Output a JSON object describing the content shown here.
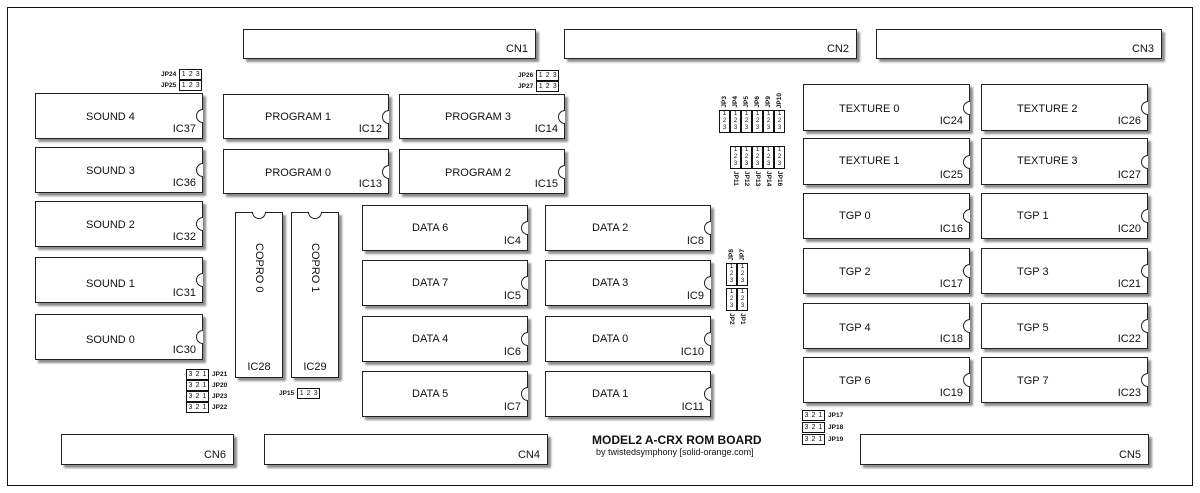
{
  "title": "MODEL2 A-CRX ROM BOARD",
  "byline": "by twistedsymphony [solid-orange.com]",
  "connectors": {
    "cn1": "CN1",
    "cn2": "CN2",
    "cn3": "CN3",
    "cn4": "CN4",
    "cn5": "CN5",
    "cn6": "CN6"
  },
  "sound": [
    {
      "name": "SOUND 4",
      "ic": "IC37"
    },
    {
      "name": "SOUND 3",
      "ic": "IC36"
    },
    {
      "name": "SOUND 2",
      "ic": "IC32"
    },
    {
      "name": "SOUND 1",
      "ic": "IC31"
    },
    {
      "name": "SOUND 0",
      "ic": "IC30"
    }
  ],
  "program": [
    {
      "name": "PROGRAM 1",
      "ic": "IC12"
    },
    {
      "name": "PROGRAM 3",
      "ic": "IC14"
    },
    {
      "name": "PROGRAM 0",
      "ic": "IC13"
    },
    {
      "name": "PROGRAM 2",
      "ic": "IC15"
    }
  ],
  "copro": [
    {
      "name": "COPRO 0",
      "ic": "IC28"
    },
    {
      "name": "COPRO 1",
      "ic": "IC29"
    }
  ],
  "data_left": [
    {
      "name": "DATA 6",
      "ic": "IC4"
    },
    {
      "name": "DATA 7",
      "ic": "IC5"
    },
    {
      "name": "DATA 4",
      "ic": "IC6"
    },
    {
      "name": "DATA 5",
      "ic": "IC7"
    }
  ],
  "data_right": [
    {
      "name": "DATA 2",
      "ic": "IC8"
    },
    {
      "name": "DATA 3",
      "ic": "IC9"
    },
    {
      "name": "DATA 0",
      "ic": "IC10"
    },
    {
      "name": "DATA 1",
      "ic": "IC11"
    }
  ],
  "texture": [
    {
      "name": "TEXTURE 0",
      "ic": "IC24"
    },
    {
      "name": "TEXTURE 2",
      "ic": "IC26"
    },
    {
      "name": "TEXTURE 1",
      "ic": "IC25"
    },
    {
      "name": "TEXTURE 3",
      "ic": "IC27"
    }
  ],
  "tgp": [
    {
      "name": "TGP 0",
      "ic": "IC16"
    },
    {
      "name": "TGP 1",
      "ic": "IC20"
    },
    {
      "name": "TGP 2",
      "ic": "IC17"
    },
    {
      "name": "TGP 3",
      "ic": "IC21"
    },
    {
      "name": "TGP 4",
      "ic": "IC18"
    },
    {
      "name": "TGP 5",
      "ic": "IC22"
    },
    {
      "name": "TGP 6",
      "ic": "IC19"
    },
    {
      "name": "TGP 7",
      "ic": "IC23"
    }
  ],
  "jumpers": {
    "jp24": "JP24",
    "jp25": "JP25",
    "jp26": "JP26",
    "jp27": "JP27",
    "jp21": "JP21",
    "jp20": "JP20",
    "jp23": "JP23",
    "jp22": "JP22",
    "jp15": "JP15",
    "jp17": "JP17",
    "jp18": "JP18",
    "jp19": "JP19",
    "jp3": "JP3",
    "jp4": "JP4",
    "jp5": "JP5",
    "jp6": "JP6",
    "jp9": "JP9",
    "jp10": "JP10",
    "jp11": "JP11",
    "jp12": "JP12",
    "jp13": "JP13",
    "jp14": "JP14",
    "jp16": "JP16",
    "jp8": "JP8",
    "jp7": "JP7",
    "jp2": "JP2",
    "jp1": "JP1"
  },
  "pins": {
    "one": "1",
    "two": "2",
    "three": "3"
  }
}
